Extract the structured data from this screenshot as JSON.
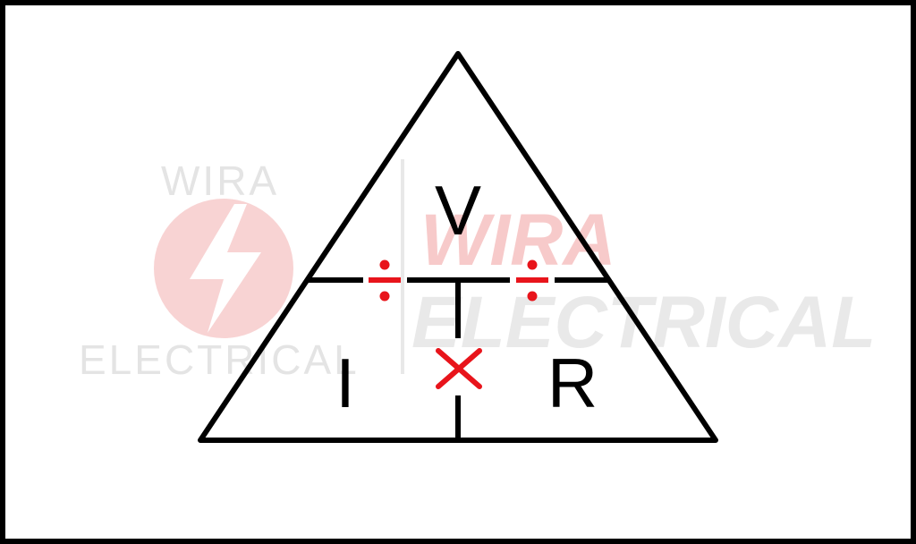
{
  "diagram": {
    "top_label": "V",
    "bottom_left_label": "I",
    "bottom_right_label": "R",
    "multiply_symbol": "×",
    "divide_symbol": "÷",
    "line_color": "#000000",
    "operator_color": "#e8141b"
  },
  "watermark": {
    "logo_top_text": "WIRA",
    "logo_bottom_text": "ELECTRICAL",
    "big_text_line1": "WIRA",
    "big_text_line2": "ELECTRICAL",
    "color_gray": "#e6e6e6",
    "color_red": "#f6c9c9",
    "icon": "lightning-bolt-icon"
  }
}
